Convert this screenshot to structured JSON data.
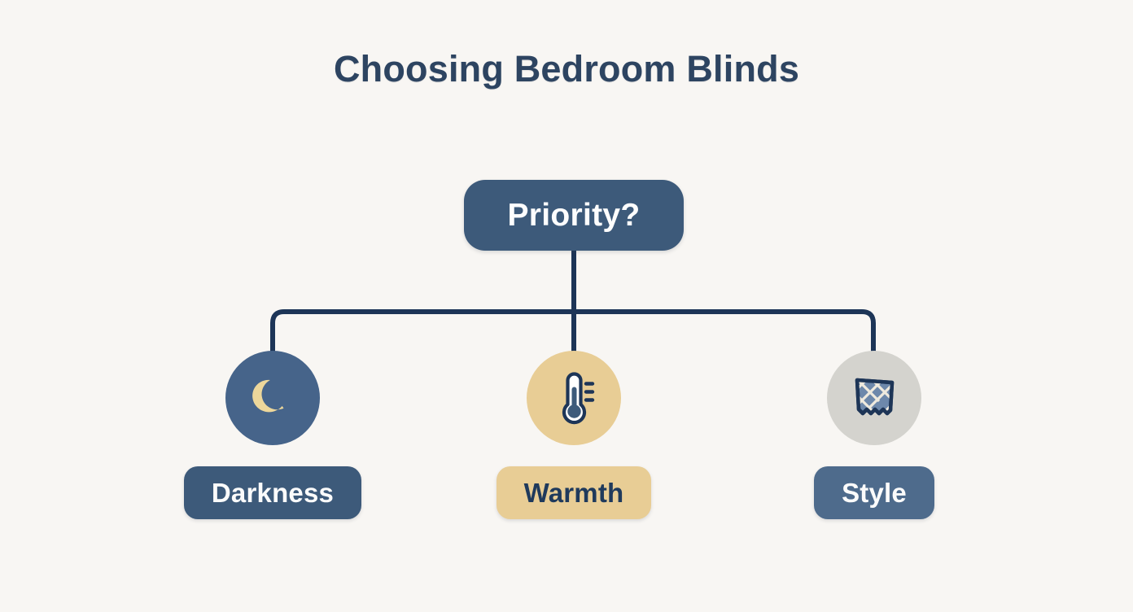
{
  "page": {
    "title": "Choosing Bedroom Blinds",
    "background_color": "#f8f6f3",
    "title_color": "#2d4461",
    "type": "decision-tree-diagram"
  },
  "root": {
    "label": "Priority?",
    "fill_color": "#3d5a7a",
    "text_color": "#fdfdfd"
  },
  "connector": {
    "color": "#1d3557",
    "stroke_width": 6
  },
  "branches": [
    {
      "id": "darkness",
      "label": "Darkness",
      "icon": "crescent-moon-icon",
      "circle_color": "#46648a",
      "icon_color": "#edd79b",
      "label_fill": "#3d5a7a",
      "label_text_color": "#fbfbfb"
    },
    {
      "id": "warmth",
      "label": "Warmth",
      "icon": "thermometer-icon",
      "circle_color": "#e8cd95",
      "icon_color": "#1d3557",
      "label_fill": "#e8cd95",
      "label_text_color": "#1f3a5c"
    },
    {
      "id": "style",
      "label": "Style",
      "icon": "fabric-swatch-icon",
      "circle_color": "#d4d3ce",
      "icon_color": "#1d3557",
      "label_fill": "#4e6b8c",
      "label_text_color": "#fbfbfb"
    }
  ]
}
